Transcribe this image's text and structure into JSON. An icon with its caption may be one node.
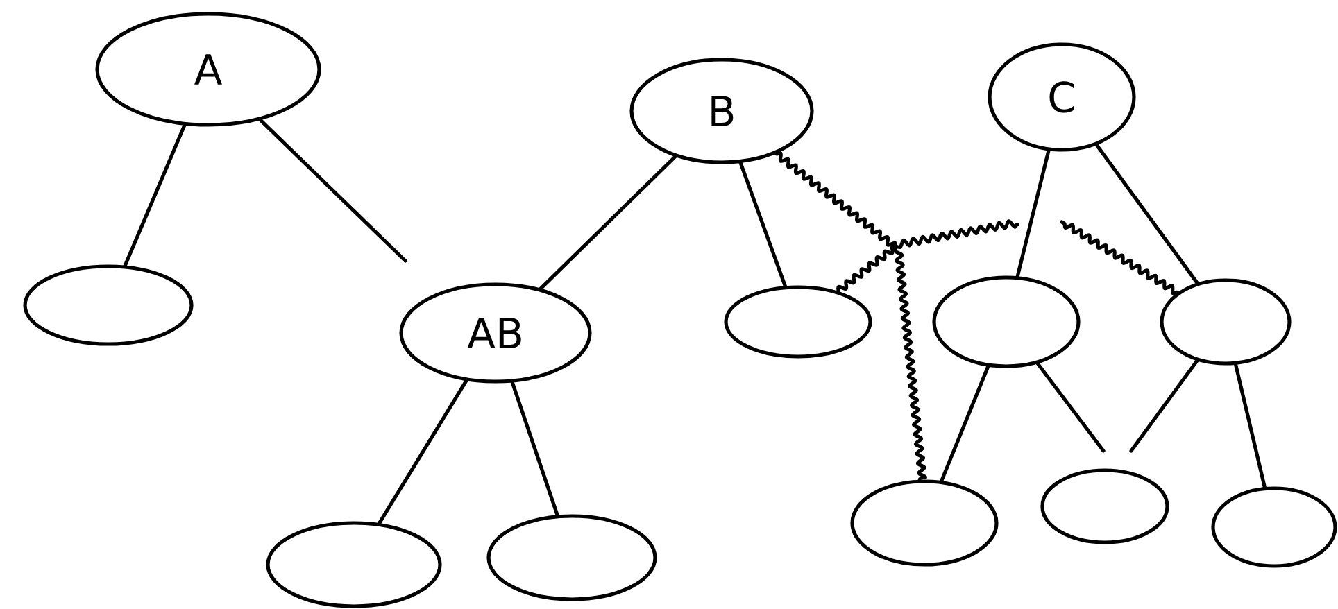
{
  "diagram": {
    "nodes": [
      {
        "text": [
          "A"
        ]
      },
      {
        "text": [
          "B"
        ]
      },
      {
        "text": [
          "C"
        ]
      },
      {
        "text": [],
        "shape": "ellipse"
      },
      {
        "text": [
          "AB"
        ]
      },
      {
        "text": [],
        "shape": "ellipse"
      },
      {
        "text": [],
        "shape": "ellipse"
      },
      {
        "text": [],
        "shape": "ellipse"
      },
      {
        "text": [],
        "shape": "ellipse"
      },
      {
        "text": [],
        "shape": "ellipse"
      },
      {
        "text": [],
        "shape": "ellipse"
      },
      {
        "text": [],
        "shape": "ellipse"
      },
      {
        "text": [],
        "shape": "ellipse"
      }
    ],
    "edges": [
      {
        "from": 0,
        "to": 3,
        "arrow": "none"
      },
      {
        "from": 0,
        "to": null,
        "arrow": "none"
      },
      {
        "from": 1,
        "to": 4,
        "arrow": "none"
      },
      {
        "from": 1,
        "to": 5,
        "arrow": "none"
      },
      {
        "from": 1,
        "to": 10,
        "arrow": "none"
      },
      {
        "from": 5,
        "to": null,
        "arrow": "none"
      },
      {
        "from": 2,
        "to": 6,
        "arrow": "none"
      },
      {
        "from": 2,
        "to": 7,
        "arrow": "none"
      },
      {
        "from": 7,
        "to": null,
        "arrow": "none"
      },
      {
        "from": 4,
        "to": 8,
        "arrow": "none"
      },
      {
        "from": 4,
        "to": 9,
        "arrow": "none"
      },
      {
        "from": 6,
        "to": 10,
        "arrow": "none"
      },
      {
        "from": 6,
        "to": null,
        "arrow": "none"
      },
      {
        "from": 7,
        "to": null,
        "arrow": "none"
      },
      {
        "from": 7,
        "to": 12,
        "arrow": "none"
      }
    ]
  }
}
